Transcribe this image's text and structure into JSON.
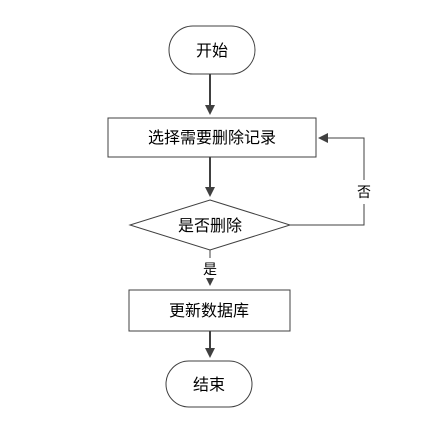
{
  "diagram": {
    "nodes": {
      "start": "开始",
      "select": "选择需要删除记录",
      "decision": "是否删除",
      "update": "更新数据库",
      "end": "结束"
    },
    "edges": {
      "no_label": "否",
      "yes_label": "是"
    }
  },
  "colors": {
    "line": "#404040",
    "box_border": "#404040",
    "text": "#000000",
    "background": "#ffffff"
  }
}
